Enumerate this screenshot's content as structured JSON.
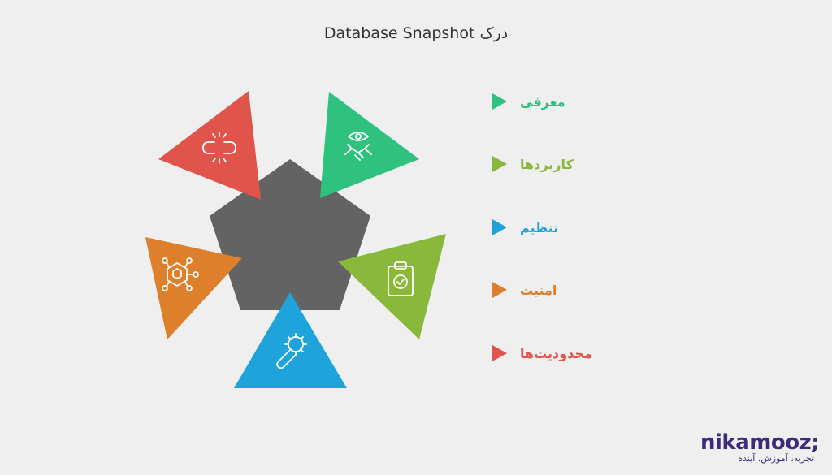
{
  "title": "درک Database Snapshot",
  "sections": [
    {
      "label": "معرفی",
      "color": "#2ec27e",
      "icon": "eye-handshake-icon"
    },
    {
      "label": "کاربردها",
      "color": "#8ab83a",
      "icon": "clipboard-check-icon"
    },
    {
      "label": "تنظیم",
      "color": "#1fa3db",
      "icon": "wrench-gear-icon"
    },
    {
      "label": "امنیت",
      "color": "#de7f2c",
      "icon": "shield-network-icon"
    },
    {
      "label": "محدودیت‌ها",
      "color": "#e0544b",
      "icon": "broken-link-icon"
    }
  ],
  "hub_color": "#636363",
  "brand": {
    "name": "nikamooz;",
    "tagline": "تجربه، آموزش، آینده"
  }
}
